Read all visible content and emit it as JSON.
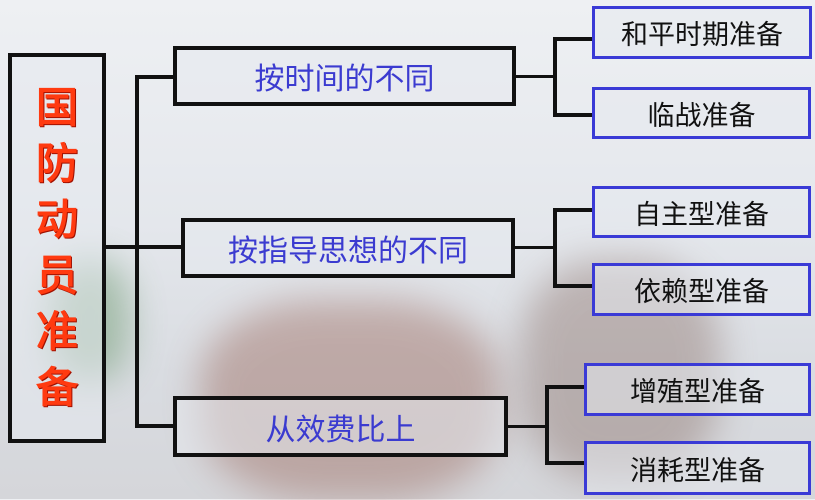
{
  "root": {
    "chars": [
      "国",
      "防",
      "动",
      "员",
      "准",
      "备"
    ]
  },
  "branches": [
    {
      "label": "按时间的不同",
      "leaves": [
        "和平时期准备",
        "临战准备"
      ]
    },
    {
      "label": "按指导思想的不同",
      "leaves": [
        "自主型准备",
        "依赖型准备"
      ]
    },
    {
      "label": "从效费比上",
      "leaves": [
        "增殖型准备",
        "消耗型准备"
      ]
    }
  ],
  "colors": {
    "root_text": "#ff3a10",
    "branch_text": "#3b3bd0",
    "leaf_border": "#3a3ad6"
  }
}
